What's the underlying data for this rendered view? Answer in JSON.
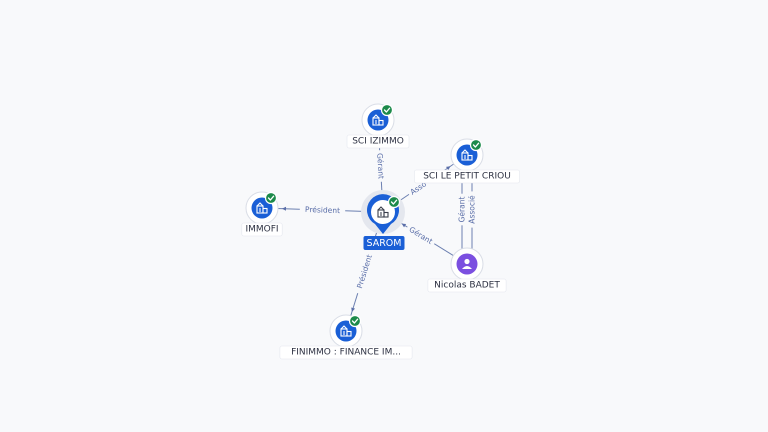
{
  "graph": {
    "nodes": [
      {
        "id": "sarom",
        "label": "SAROM",
        "kind": "main"
      },
      {
        "id": "sci_izimmo",
        "label": "SCI IZIMMO",
        "kind": "company"
      },
      {
        "id": "sci_petit_criou",
        "label": "SCI LE PETIT CRIOU",
        "kind": "company"
      },
      {
        "id": "immofi",
        "label": "IMMOFI",
        "kind": "company"
      },
      {
        "id": "finimmo",
        "label": "FINIMMO : FINANCE IM...",
        "kind": "company"
      },
      {
        "id": "nicolas_badet",
        "label": "Nicolas BADET",
        "kind": "person"
      }
    ],
    "edges": [
      {
        "id": "e1",
        "from": "sarom",
        "to": "sci_izimmo",
        "label": "Gérant"
      },
      {
        "id": "e2",
        "from": "sarom",
        "to": "sci_petit_criou",
        "label": "Asso"
      },
      {
        "id": "e3",
        "from": "sarom",
        "to": "immofi",
        "label": "Président"
      },
      {
        "id": "e4",
        "from": "sarom",
        "to": "finimmo",
        "label": "Président"
      },
      {
        "id": "e5",
        "from": "nicolas_badet",
        "to": "sarom",
        "label": "Gérant"
      },
      {
        "id": "e6",
        "from": "nicolas_badet",
        "to": "sci_petit_criou",
        "label": "Gérant"
      },
      {
        "id": "e7",
        "from": "nicolas_badet",
        "to": "sci_petit_criou",
        "label": "Associé"
      }
    ],
    "colors": {
      "company": "#1a5fd6",
      "person": "#7b4fe0",
      "verified": "#1c8a4a",
      "edge": "#6b7fb0"
    },
    "icons": {
      "company": "building-icon",
      "person": "person-icon",
      "verified": "check-icon"
    }
  }
}
